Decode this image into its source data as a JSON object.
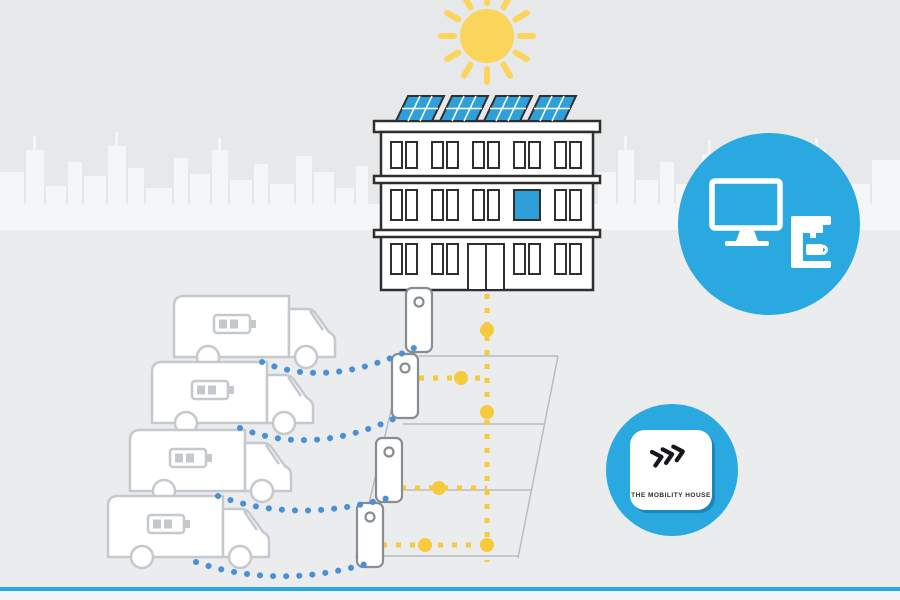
{
  "brand": {
    "logo_text": "THE MOBILITY HOUSE",
    "chevron_count": 3
  },
  "colors": {
    "background": "#e6e8ea",
    "background_lower": "#eaecee",
    "skyline": "#f5f6f8",
    "accent_blue": "#29a9e0",
    "solar_blue": "#2f9fd9",
    "sun_yellow": "#fbd45c",
    "energy_yellow": "#f6ca3c",
    "cable_blue": "#4a90d5",
    "building_outline": "#2f2f2f",
    "van_outline": "#c5c9cd",
    "ground_gray": "#b8bcc0"
  },
  "scene": {
    "building": {
      "floors": 3,
      "solar_panels": 4,
      "highlighted_windows": 1
    },
    "vans": [
      {
        "label": "delivery-van",
        "battery_bars": 2
      },
      {
        "label": "delivery-van",
        "battery_bars": 2
      },
      {
        "label": "delivery-van",
        "battery_bars": 2
      },
      {
        "label": "delivery-van",
        "battery_bars": 2
      }
    ],
    "charging_stations": 4,
    "icons": {
      "sky": "sun-icon",
      "roof": "solar-panel-icon",
      "vans": "battery-icon",
      "chargers": "charging-station-icon",
      "services": [
        "monitor-icon",
        "coffee-machine-icon"
      ],
      "logo": "chevrons-logo-icon"
    }
  }
}
